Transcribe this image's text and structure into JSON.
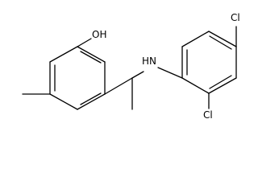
{
  "labels": {
    "hydroxyl": "OH",
    "amine": "HN",
    "chloro_top": "Cl",
    "chloro_bottom": "Cl"
  },
  "colors": {
    "bond": "#000000",
    "text": "#000000",
    "background": "#ffffff"
  }
}
